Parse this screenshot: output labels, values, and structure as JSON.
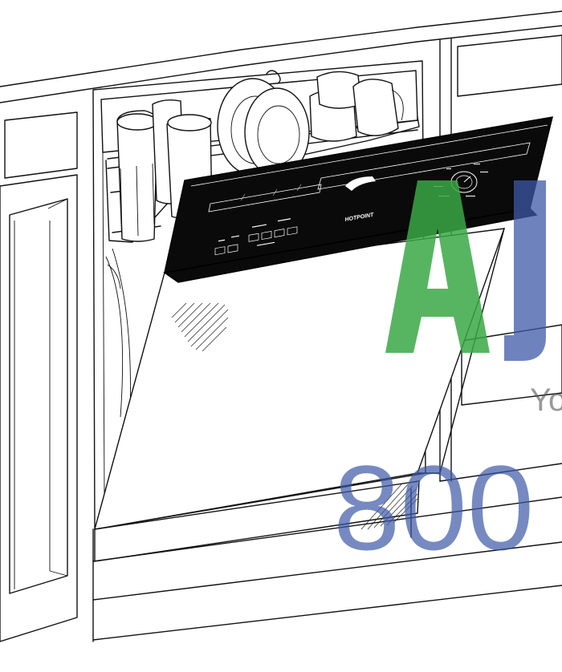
{
  "illustration": {
    "brand_label": "HOTPOINT"
  },
  "watermark": {
    "logo_letters": "Aj",
    "partial_text": "Yo",
    "number_fragment": "800"
  }
}
